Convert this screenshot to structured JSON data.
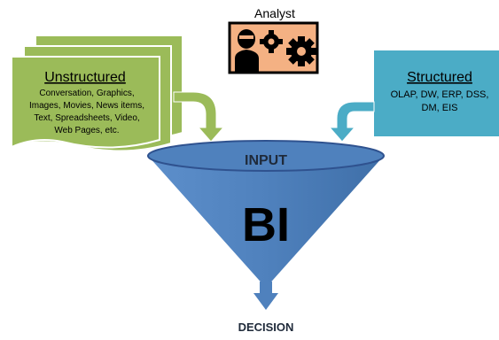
{
  "analyst": {
    "label": "Analyst",
    "icon": "analyst-gears-icon"
  },
  "unstructured": {
    "title": "Unstructured",
    "lines": [
      "Conversation, Graphics,",
      "Images, Movies, News items,",
      "Text, Spreadsheets, Video,",
      "Web Pages, etc."
    ],
    "color": "#9bbb59"
  },
  "structured": {
    "title": "Structured",
    "lines": [
      "OLAP, DW, ERP, DSS,",
      "DM, EIS"
    ],
    "color": "#4bacc6"
  },
  "funnel": {
    "input_label": "INPUT",
    "center_label": "BI",
    "color": "#4f81bd"
  },
  "output": {
    "label": "DECISION"
  }
}
